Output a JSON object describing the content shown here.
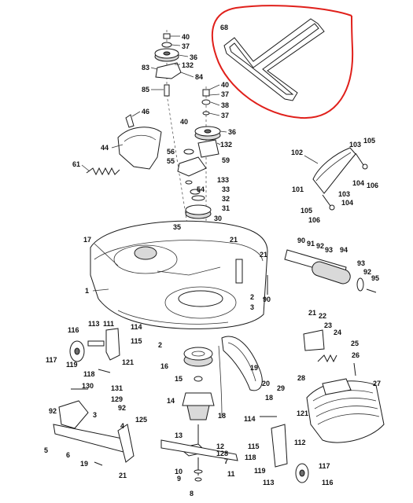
{
  "diagram": {
    "highlight_color": "#e0201b",
    "highlighted_part": "68",
    "callouts": [
      {
        "id": "c68",
        "text": "68"
      },
      {
        "id": "c40a",
        "text": "40"
      },
      {
        "id": "c37a",
        "text": "37"
      },
      {
        "id": "c36a",
        "text": "36"
      },
      {
        "id": "c132a",
        "text": "132"
      },
      {
        "id": "c83",
        "text": "83"
      },
      {
        "id": "c84",
        "text": "84"
      },
      {
        "id": "c85",
        "text": "85"
      },
      {
        "id": "c40b",
        "text": "40"
      },
      {
        "id": "c37b",
        "text": "37"
      },
      {
        "id": "c38",
        "text": "38"
      },
      {
        "id": "c37c",
        "text": "37"
      },
      {
        "id": "c40c",
        "text": "40"
      },
      {
        "id": "c36b",
        "text": "36"
      },
      {
        "id": "c132b",
        "text": "132"
      },
      {
        "id": "c56",
        "text": "56"
      },
      {
        "id": "c55",
        "text": "55"
      },
      {
        "id": "c59",
        "text": "59"
      },
      {
        "id": "c133",
        "text": "133"
      },
      {
        "id": "c33",
        "text": "33"
      },
      {
        "id": "c54",
        "text": "54"
      },
      {
        "id": "c32",
        "text": "32"
      },
      {
        "id": "c31",
        "text": "31"
      },
      {
        "id": "c30",
        "text": "30"
      },
      {
        "id": "c35",
        "text": "35"
      },
      {
        "id": "c46",
        "text": "46"
      },
      {
        "id": "c44",
        "text": "44"
      },
      {
        "id": "c61",
        "text": "61"
      },
      {
        "id": "c102",
        "text": "102"
      },
      {
        "id": "c103a",
        "text": "103"
      },
      {
        "id": "c105a",
        "text": "105"
      },
      {
        "id": "c104a",
        "text": "104"
      },
      {
        "id": "c106a",
        "text": "106"
      },
      {
        "id": "c101",
        "text": "101"
      },
      {
        "id": "c103b",
        "text": "103"
      },
      {
        "id": "c104b",
        "text": "104"
      },
      {
        "id": "c105b",
        "text": "105"
      },
      {
        "id": "c106b",
        "text": "106"
      },
      {
        "id": "c17",
        "text": "17"
      },
      {
        "id": "c21a",
        "text": "21"
      },
      {
        "id": "c21b",
        "text": "21"
      },
      {
        "id": "c1",
        "text": "1"
      },
      {
        "id": "c90a",
        "text": "90"
      },
      {
        "id": "c91",
        "text": "91"
      },
      {
        "id": "c92a",
        "text": "92"
      },
      {
        "id": "c93a",
        "text": "93"
      },
      {
        "id": "c94",
        "text": "94"
      },
      {
        "id": "c93b",
        "text": "93"
      },
      {
        "id": "c92b",
        "text": "92"
      },
      {
        "id": "c95",
        "text": "95"
      },
      {
        "id": "c90b",
        "text": "90"
      },
      {
        "id": "c2",
        "text": "2"
      },
      {
        "id": "c3a",
        "text": "3"
      },
      {
        "id": "c116a",
        "text": "116"
      },
      {
        "id": "c113a",
        "text": "113"
      },
      {
        "id": "c111",
        "text": "111"
      },
      {
        "id": "c114",
        "text": "114"
      },
      {
        "id": "c115a",
        "text": "115"
      },
      {
        "id": "c117a",
        "text": "117"
      },
      {
        "id": "c119a",
        "text": "119"
      },
      {
        "id": "c121a",
        "text": "121"
      },
      {
        "id": "c118a",
        "text": "118"
      },
      {
        "id": "c2b",
        "text": "2"
      },
      {
        "id": "c16",
        "text": "16"
      },
      {
        "id": "c21c",
        "text": "21"
      },
      {
        "id": "c22",
        "text": "22"
      },
      {
        "id": "c23",
        "text": "23"
      },
      {
        "id": "c24",
        "text": "24"
      },
      {
        "id": "c25",
        "text": "25"
      },
      {
        "id": "c26",
        "text": "26"
      },
      {
        "id": "c28",
        "text": "28"
      },
      {
        "id": "c27",
        "text": "27"
      },
      {
        "id": "c29",
        "text": "29"
      },
      {
        "id": "c19a",
        "text": "19"
      },
      {
        "id": "c20",
        "text": "20"
      },
      {
        "id": "c18a",
        "text": "18"
      },
      {
        "id": "c18b",
        "text": "18"
      },
      {
        "id": "c15",
        "text": "15"
      },
      {
        "id": "c130",
        "text": "130"
      },
      {
        "id": "c131",
        "text": "131"
      },
      {
        "id": "c129",
        "text": "129"
      },
      {
        "id": "c92c",
        "text": "92"
      },
      {
        "id": "c92d",
        "text": "92"
      },
      {
        "id": "c3b",
        "text": "3"
      },
      {
        "id": "c14",
        "text": "14"
      },
      {
        "id": "c114b",
        "text": "114"
      },
      {
        "id": "c121b",
        "text": "121"
      },
      {
        "id": "c4",
        "text": "4"
      },
      {
        "id": "c125",
        "text": "125"
      },
      {
        "id": "c5",
        "text": "5"
      },
      {
        "id": "c6",
        "text": "6"
      },
      {
        "id": "c19b",
        "text": "19"
      },
      {
        "id": "c21d",
        "text": "21"
      },
      {
        "id": "c13",
        "text": "13"
      },
      {
        "id": "c12",
        "text": "12"
      },
      {
        "id": "c128",
        "text": "128"
      },
      {
        "id": "c7",
        "text": "7"
      },
      {
        "id": "c10",
        "text": "10"
      },
      {
        "id": "c9",
        "text": "9"
      },
      {
        "id": "c8",
        "text": "8"
      },
      {
        "id": "c11",
        "text": "11"
      },
      {
        "id": "c115b",
        "text": "115"
      },
      {
        "id": "c112",
        "text": "112"
      },
      {
        "id": "c118b",
        "text": "118"
      },
      {
        "id": "c119b",
        "text": "119"
      },
      {
        "id": "c117b",
        "text": "117"
      },
      {
        "id": "c113b",
        "text": "113"
      },
      {
        "id": "c116b",
        "text": "116"
      }
    ]
  }
}
